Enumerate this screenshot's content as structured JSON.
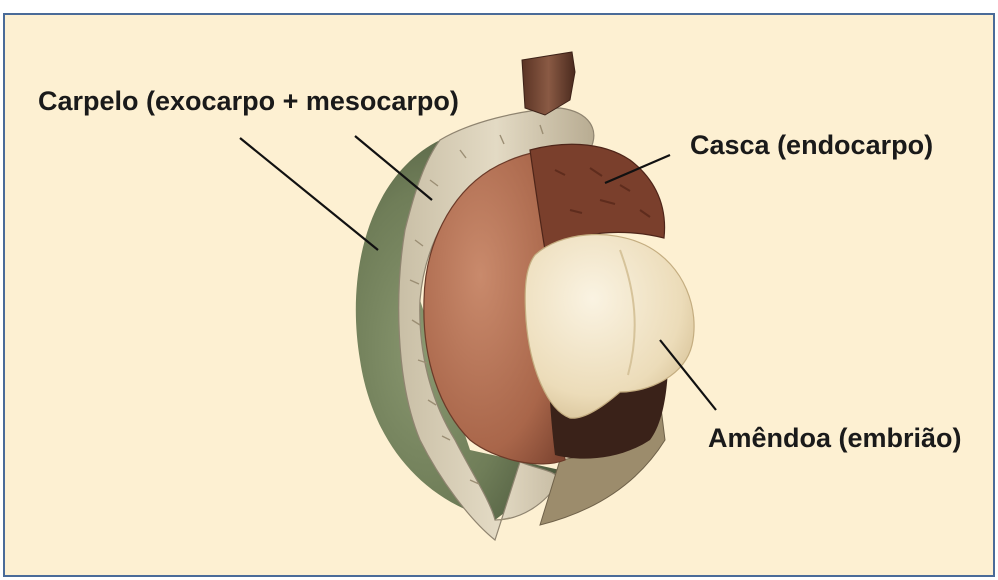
{
  "diagram": {
    "background_color": "#fdf0d2",
    "border_color": "#4a6b98",
    "labels": {
      "carpel": "Carpelo (exocarpo + mesocarpo)",
      "shell": "Casca (endocarpo)",
      "kernel": "Amêndoa (embrião)"
    }
  }
}
